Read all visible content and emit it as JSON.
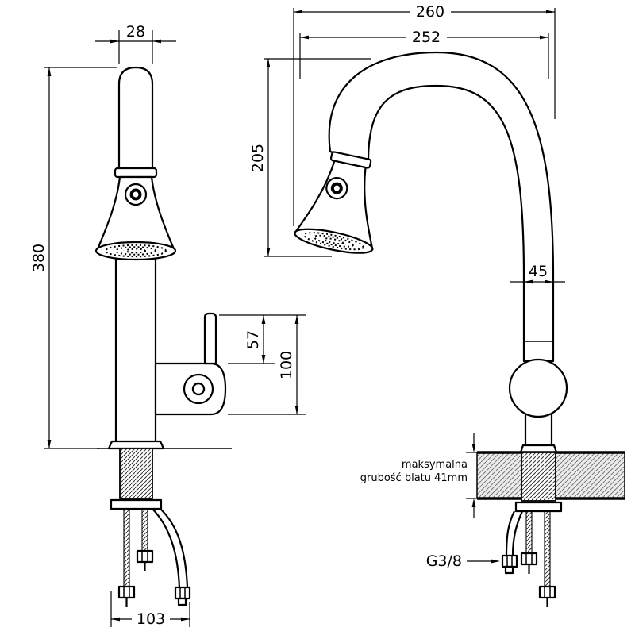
{
  "views": {
    "side": {
      "dim_spout_width": "28",
      "dim_total_height": "380",
      "dim_handle_height": "57",
      "dim_body_height": "100",
      "dim_base_depth": "103"
    },
    "front": {
      "dim_overall_width": "260",
      "dim_spout_reach": "252",
      "dim_spout_height": "205",
      "dim_column_width": "45",
      "countertop_note_line1": "maksymalna",
      "countertop_note_line2": "grubość blatu 41mm",
      "thread_label": "G3/8"
    }
  }
}
